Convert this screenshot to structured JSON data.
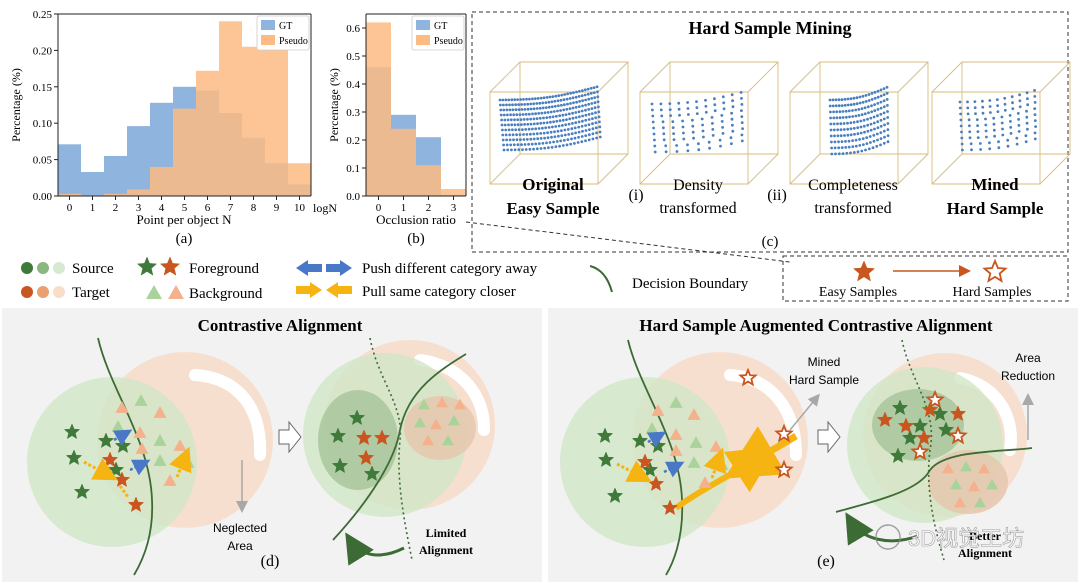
{
  "chart_data": [
    {
      "type": "bar",
      "panel_label": "(a)",
      "xlabel": "Point per object N",
      "ylabel": "Percentage (%)",
      "x_axis_right_label": "logN",
      "xlim": [
        -0.5,
        10.5
      ],
      "ylim": [
        0,
        0.25
      ],
      "xticks": [
        "0",
        "1",
        "2",
        "3",
        "4",
        "5",
        "6",
        "7",
        "8",
        "9",
        "10"
      ],
      "yticks": [
        "0.00",
        "0.05",
        "0.10",
        "0.15",
        "0.20",
        "0.25"
      ],
      "legend_position": "top-right",
      "x": [
        0,
        1,
        2,
        3,
        4,
        5,
        6,
        7,
        8,
        9,
        10
      ],
      "series": [
        {
          "name": "GT",
          "color": "#8fb4dd",
          "values": [
            0.071,
            0.033,
            0.055,
            0.096,
            0.128,
            0.15,
            0.145,
            0.114,
            0.08,
            0.045,
            0.016
          ]
        },
        {
          "name": "Pseudo",
          "color": "#fdbb84",
          "values": [
            0.003,
            0.001,
            0.003,
            0.009,
            0.04,
            0.12,
            0.172,
            0.24,
            0.205,
            0.201,
            0.045
          ]
        }
      ]
    },
    {
      "type": "bar",
      "panel_label": "(b)",
      "xlabel": "Occlusion ratio",
      "ylabel": "Percentage (%)",
      "xlim": [
        -0.5,
        3.5
      ],
      "ylim": [
        0,
        0.65
      ],
      "xticks": [
        "0",
        "1",
        "2",
        "3"
      ],
      "yticks": [
        "0.0",
        "0.1",
        "0.2",
        "0.3",
        "0.4",
        "0.5",
        "0.6"
      ],
      "legend_position": "top-right",
      "x": [
        0,
        1,
        2,
        3
      ],
      "series": [
        {
          "name": "GT",
          "color": "#8fb4dd",
          "values": [
            0.46,
            0.29,
            0.21,
            0.004
          ]
        },
        {
          "name": "Pseudo",
          "color": "#fdbb84",
          "values": [
            0.62,
            0.24,
            0.11,
            0.025
          ]
        }
      ]
    }
  ],
  "hard_mining": {
    "title": "Hard Sample Mining",
    "panel_label": "(c)",
    "samples": [
      {
        "prefix": "",
        "line1": "Original",
        "line2": "Easy Sample",
        "bold": true
      },
      {
        "prefix": "(i)",
        "line1": "Density",
        "line2": "transformed",
        "bold": false
      },
      {
        "prefix": "(ii)",
        "line1": "Completeness",
        "line2": "transformed",
        "bold": false
      },
      {
        "prefix": "",
        "line1": "Mined",
        "line2": "Hard Sample",
        "bold": true
      }
    ]
  },
  "legend": {
    "source": "Source",
    "target": "Target",
    "foreground": "Foreground",
    "background": "Background",
    "push": "Push different category away",
    "pull": "Pull same category closer",
    "boundary": "Decision Boundary",
    "easy": "Easy Samples",
    "hard": "Hard Samples"
  },
  "panel_d": {
    "title": "Contrastive Alignment",
    "label": "(d)",
    "neglected_line1": "Neglected",
    "neglected_line2": "Area",
    "limited_line1": "Limited",
    "limited_line2": "Alignment"
  },
  "panel_e": {
    "title": "Hard Sample Augmented Contrastive Alignment",
    "label": "(e)",
    "mined_line1": "Mined",
    "mined_line2": "Hard Sample",
    "area_line1": "Area",
    "area_line2": "Reduction",
    "better_line1": "Better",
    "better_line2": "Alignment"
  },
  "watermark": "3D视觉工坊",
  "colors": {
    "source_green": "#3f7a3a",
    "target_orange": "#c8561e",
    "push_blue": "#4a78c8",
    "pull_yellow": "#f5b412",
    "boundary": "#3d6b35",
    "panel_bg": "#f2f2f2"
  }
}
